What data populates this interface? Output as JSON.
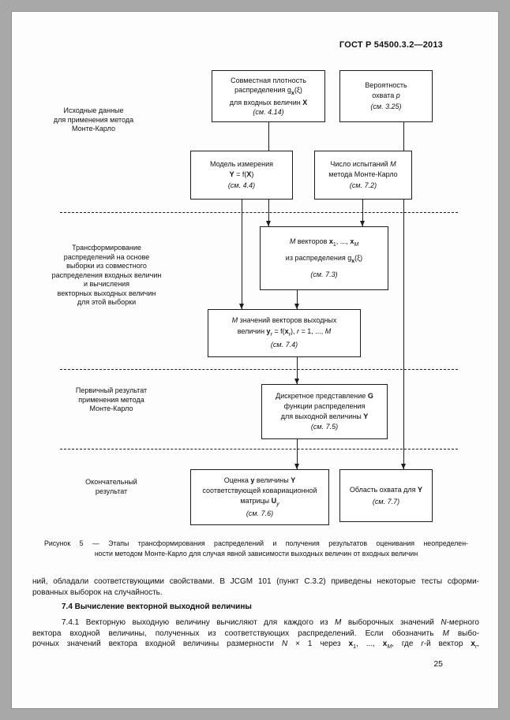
{
  "page": {
    "doc_code": "ГОСТ Р 54500.3.2—2013",
    "page_number": "25"
  },
  "diagram": {
    "side_labels": {
      "input_data": "Исходные данные\nдля применения метода\nМонте-Карло",
      "transformation": "Трансформирование\nраспределений на основе\nвыборки из совместного\nраспределения входных величин\nи вычисления\nвекторных выходных величин\nдля этой выборки",
      "primary_result": "Первичный результат\nприменения метода\nМонте-Карло",
      "final_result": "Окончательный\nрезультат"
    },
    "boxes": {
      "joint_pdf": {
        "lines": [
          "Совместная плотность",
          "распределения g<sub><b>x</b></sub>(ξ)",
          "для входных величин <b>X</b>",
          "<i>(см. 4.14)</i>"
        ]
      },
      "coverage_probability": {
        "lines": [
          "Вероятность",
          "охвата <i>p</i>",
          "<i>(см. 3.25)</i>"
        ]
      },
      "measurement_model": {
        "lines": [
          "Модель измерения",
          "<b>Y</b> = f(<b>X</b>)",
          "<i>(см. 4.4)</i>"
        ]
      },
      "trial_count": {
        "lines": [
          "Число испытаний <i>M</i>",
          "метода Монте-Карло",
          "<i>(см. 7.2)</i>"
        ]
      },
      "sample_vectors": {
        "lines": [
          "<i>M</i> векторов <b>x</b><sub>1</sub>, ..., <b>x</b><sub><i>M</i></sub>",
          "из распределения g<sub><b>x</b></sub>(ξ)",
          "<i>(см. 7.3)</i>"
        ]
      },
      "output_values": {
        "lines": [
          "<i>M</i> значений векторов выходных",
          "величин <b>y</b><sub><i>r</i></sub> = f(<b>x</b><sub><i>r</i></sub>), <i>r</i> = 1, ..., <i>M</i>",
          "<i>(см. 7.4)</i>"
        ]
      },
      "discrete_representation": {
        "lines": [
          "Дискретное представление <b>G</b>",
          "функции распределения",
          "для выходной величины <b>Y</b>",
          "<i>(см. 7.5)</i>"
        ]
      },
      "estimate_covariance": {
        "lines": [
          "Оценка <b>y</b> величины <b>Y</b>",
          "соответствующей ковариационной",
          "матрицы <b>U</b><sub><i>y</i></sub>",
          "<i>(см. 7.6)</i>"
        ]
      },
      "coverage_region": {
        "lines": [
          "Область охвата для <b>Y</b>",
          "<i>(см. 7.7)</i>"
        ]
      }
    }
  },
  "caption": {
    "line1": "Рисунок 5 — Этапы трансформирования распределений и получения результатов оценивания неопределен-",
    "line2": "ности методом Монте-Карло для случая явной зависимости выходных величин от входных величин"
  },
  "body": {
    "para1_lines": [
      "ний, обладали соответствующими свойствами. В JCGM 101 (пункт С.3.2) приведены некоторые тесты сформи-",
      "рованных выборок на случайность."
    ],
    "heading": "7.4 Вычисление векторной выходной величины",
    "para2_lines": [
      "7.4.1 Векторную выходную величину вычисляют для каждого из <i>M</i> выборочных значений <i>N</i>-мерного",
      "вектора входной величины, полученных из соответствующих распределений. Если обозначить <i>M</i> выбо-",
      "рочных значений вектора входной величины размерности <i>N</i> × 1 через <b>x</b><sub>1</sub>, ..., <b>x</b><sub><i>M</i></sub>, где <i>r</i>-й вектор <b>x</b><sub><i>r</i></sub>,"
    ]
  }
}
